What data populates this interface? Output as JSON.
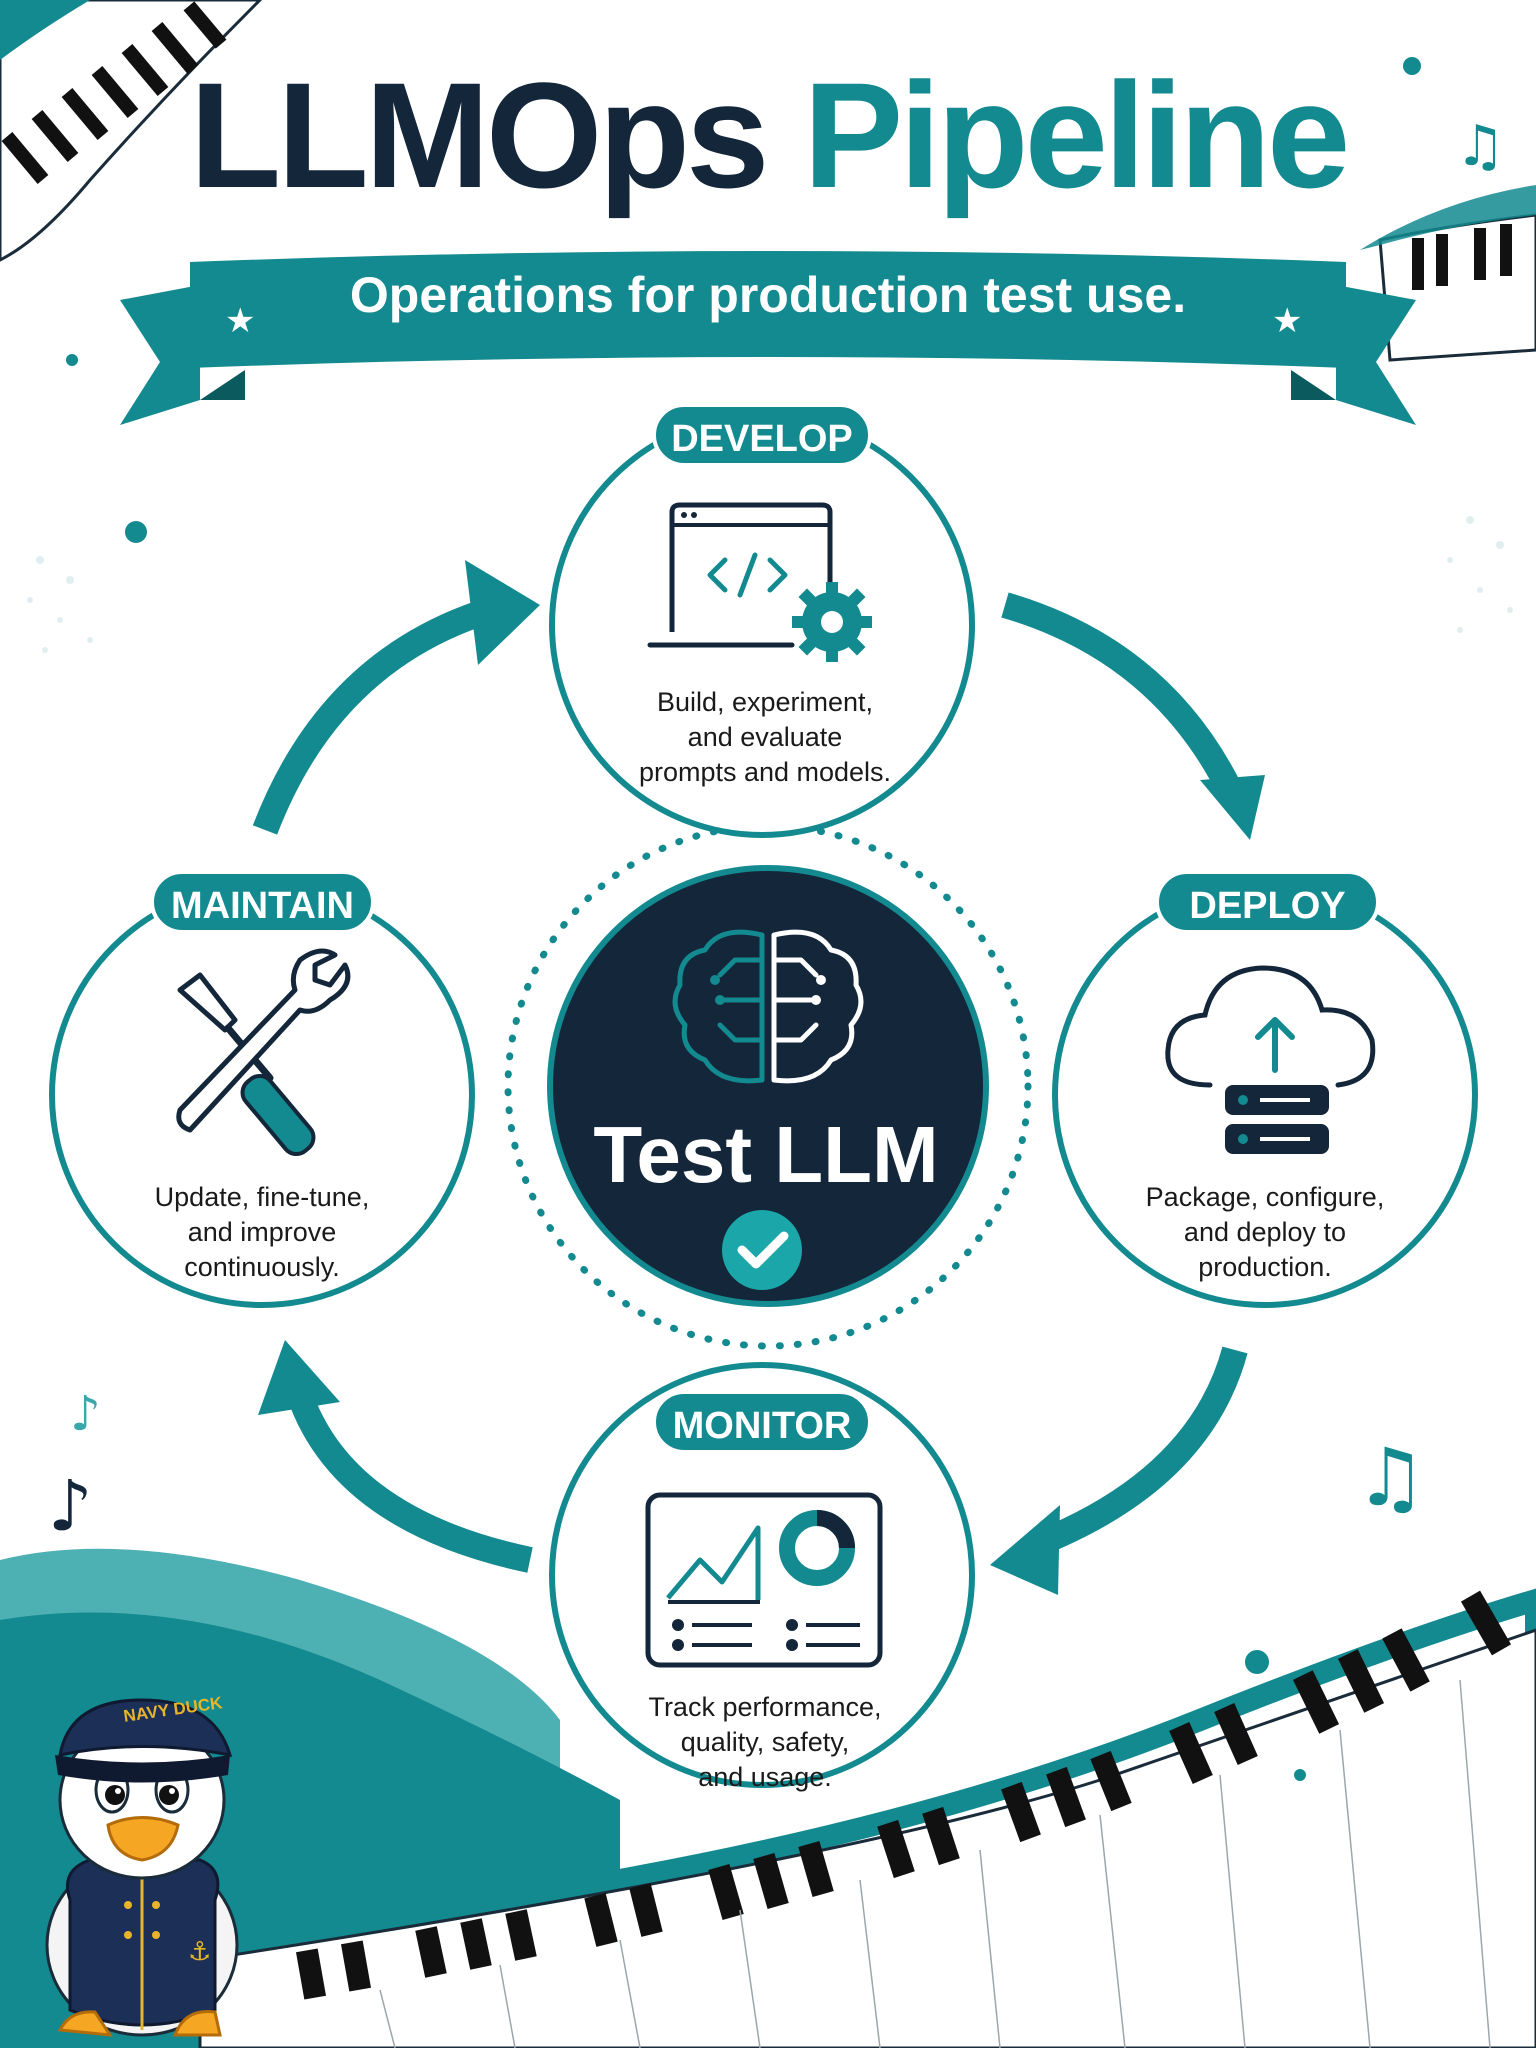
{
  "title": {
    "part1": "LLMOps",
    "part2": "Pipeline"
  },
  "subtitle": "Operations for production test use.",
  "center": {
    "label": "Test LLM"
  },
  "stages": {
    "develop": {
      "label": "DEVELOP",
      "desc": [
        "Build, experiment,",
        "and evaluate",
        "prompts and models."
      ]
    },
    "deploy": {
      "label": "DEPLOY",
      "desc": [
        "Package, configure,",
        "and deploy to",
        "production."
      ]
    },
    "monitor": {
      "label": "MONITOR",
      "desc": [
        "Track performance,",
        "quality, safety,",
        "and usage."
      ]
    },
    "maintain": {
      "label": "MAINTAIN",
      "desc": [
        "Update, fine-tune,",
        "and improve",
        "continuously."
      ]
    }
  },
  "mascot": {
    "cap_text": "NAVY DUCK"
  },
  "colors": {
    "teal": "#138a8f",
    "navy": "#13263a",
    "white": "#ffffff"
  },
  "icons": {
    "develop": "code-window-gear-icon",
    "deploy": "cloud-upload-server-icon",
    "monitor": "dashboard-chart-icon",
    "maintain": "wrench-screwdriver-icon",
    "center": "brain-circuit-icon",
    "check": "check-circle-icon"
  }
}
